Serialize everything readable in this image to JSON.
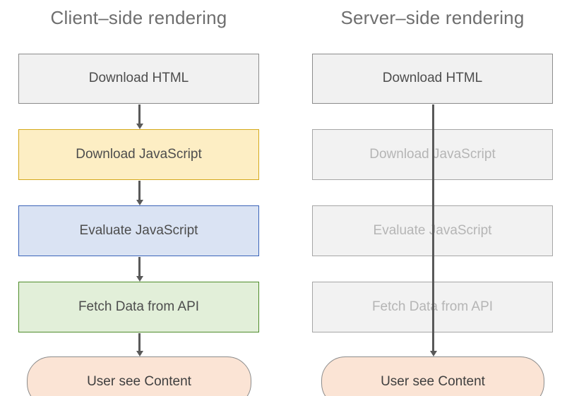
{
  "diagram": {
    "type": "flowchart",
    "orientation": "two-column-comparison",
    "background_color": "#ffffff",
    "title_color": "#6e6e6e",
    "columns": [
      {
        "id": "client-side",
        "title": "Client–side rendering",
        "nodes": [
          {
            "id": "l-download-html",
            "label": "Download HTML",
            "shape": "rect",
            "fill": "#f1f1f1",
            "stroke": "#8c8c8c",
            "text_color": "#4d4d4d",
            "state": "active"
          },
          {
            "id": "l-download-js",
            "label": "Download JavaScript",
            "shape": "rect",
            "fill": "#fdeec4",
            "stroke": "#d5a91c",
            "text_color": "#4d4d4d",
            "state": "active"
          },
          {
            "id": "l-evaluate-js",
            "label": "Evaluate JavaScript",
            "shape": "rect",
            "fill": "#dae3f3",
            "stroke": "#3a63b8",
            "text_color": "#4d4d4d",
            "state": "active"
          },
          {
            "id": "l-fetch-data",
            "label": "Fetch Data from API",
            "shape": "rect",
            "fill": "#e2efd9",
            "stroke": "#4e8c2a",
            "text_color": "#4d4d4d",
            "state": "active"
          },
          {
            "id": "l-user-see",
            "label": "User see Content",
            "shape": "stadium",
            "fill": "#fbe4d5",
            "stroke": "#8c8c8c",
            "text_color": "#3f3f3f",
            "state": "active"
          }
        ],
        "edges": [
          {
            "from": "l-download-html",
            "to": "l-download-js",
            "style": "arrow"
          },
          {
            "from": "l-download-js",
            "to": "l-evaluate-js",
            "style": "arrow"
          },
          {
            "from": "l-evaluate-js",
            "to": "l-fetch-data",
            "style": "arrow"
          },
          {
            "from": "l-fetch-data",
            "to": "l-user-see",
            "style": "arrow"
          }
        ]
      },
      {
        "id": "server-side",
        "title": "Server–side rendering",
        "nodes": [
          {
            "id": "r-download-html",
            "label": "Download HTML",
            "shape": "rect",
            "fill": "#f1f1f1",
            "stroke": "#8c8c8c",
            "text_color": "#4d4d4d",
            "state": "active"
          },
          {
            "id": "r-download-js",
            "label": "Download JavaScript",
            "shape": "rect",
            "fill": "#f2f2f2",
            "stroke": "#a6a6a6",
            "text_color": "#b5b5b5",
            "state": "skipped"
          },
          {
            "id": "r-evaluate-js",
            "label": "Evaluate JavaScript",
            "shape": "rect",
            "fill": "#f2f2f2",
            "stroke": "#a6a6a6",
            "text_color": "#b5b5b5",
            "state": "skipped"
          },
          {
            "id": "r-fetch-data",
            "label": "Fetch Data from API",
            "shape": "rect",
            "fill": "#f2f2f2",
            "stroke": "#a6a6a6",
            "text_color": "#b5b5b5",
            "state": "skipped"
          },
          {
            "id": "r-user-see",
            "label": "User see Content",
            "shape": "stadium",
            "fill": "#fbe4d5",
            "stroke": "#8c8c8c",
            "text_color": "#3f3f3f",
            "state": "active"
          }
        ],
        "edges": [
          {
            "from": "r-download-html",
            "to": "r-user-see",
            "style": "arrow-through-skipped"
          }
        ]
      }
    ],
    "arrow_color": "#595959"
  }
}
